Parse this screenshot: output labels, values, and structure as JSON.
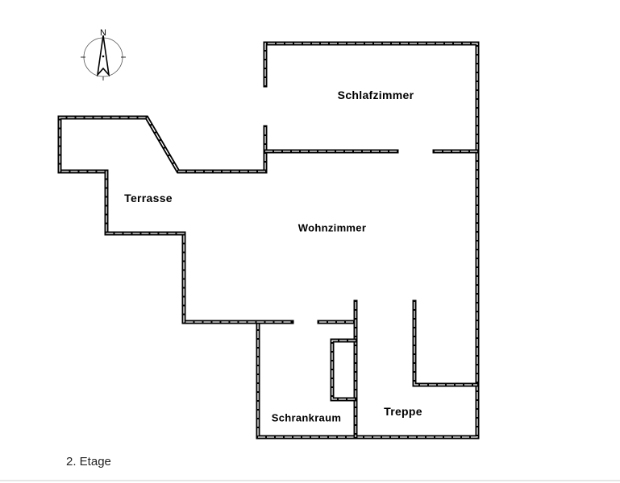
{
  "plan": {
    "compass_label": "N",
    "rooms": {
      "bedroom": "Schlafzimmer",
      "terrace": "Terrasse",
      "living": "Wohnzimmer",
      "closet": "Schrankraum",
      "stairs": "Treppe"
    },
    "wall_color": "#000000"
  },
  "caption": "2. Etage"
}
